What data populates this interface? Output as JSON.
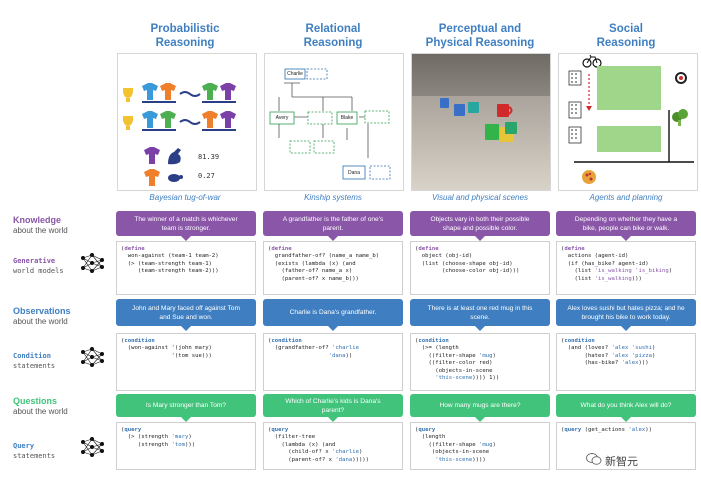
{
  "columns": [
    {
      "title1": "Probabilistic",
      "title2": "Reasoning",
      "caption": "Bayesian tug-of-war"
    },
    {
      "title1": "Relational",
      "title2": "Reasoning",
      "caption": "Kinship systems"
    },
    {
      "title1": "Perceptual and",
      "title2": "Physical Reasoning",
      "caption": "Visual and physical scenes"
    },
    {
      "title1": "Social",
      "title2": "Reasoning",
      "caption": "Agents and planning"
    }
  ],
  "tug": {
    "score1": "81.39",
    "score2": "0.27"
  },
  "kinship": {
    "names": [
      "Charlie",
      "Avery",
      "Blake",
      "Dana"
    ]
  },
  "rows": {
    "knowledge": {
      "title": "Knowledge",
      "sub": "about the world",
      "color": "#8a56a8"
    },
    "generative": {
      "title": "Generative",
      "sub": "world models",
      "color": "#8a56a8"
    },
    "observations": {
      "title": "Observations",
      "sub": "about the world",
      "color": "#3f7fc1"
    },
    "condition": {
      "title": "Condition",
      "sub": "statements",
      "color": "#3f7fc1"
    },
    "questions": {
      "title": "Questions",
      "sub": "about the world",
      "color": "#41c37b"
    },
    "query": {
      "title": "Query",
      "sub": "statements",
      "color": "#3f7fc1"
    }
  },
  "knowledge_bubbles": [
    "The winner of a match is whichever\nteam is stronger.",
    "A grandfather is the father of one's\nparent.",
    "Objects vary in both their possible\nshape and possible color.",
    "Depending on whether they have a\nbike, people can bike or walk."
  ],
  "observation_bubbles": [
    "John and Mary faced off against Tom\nand Sue and won.",
    "Charlie is Dana's grandfather.",
    "There is at least one red mug in this\nscene.",
    "Alex loves sushi but hates pizza; and he\nbrought his bike to work today."
  ],
  "question_bubbles": [
    "Is Mary stronger than Tom?",
    "Which of Charlie's kids is Dana's\nparent?",
    "How many mugs are there?",
    "What do you think Alex will do?"
  ],
  "define_code": [
    [
      "(define",
      "  won-against (team-1 team-2)",
      "  (> (team-strength team-1)",
      "     (team-strength team-2)))"
    ],
    [
      "(define",
      "  grandfather-of? (name_a name_b)",
      "  (exists (lambda (x) (and",
      "    (father-of? name_a x)",
      "    (parent-of? x name_b)))"
    ],
    [
      "(define",
      "  object (obj-id)",
      "  (list (choose-shape obj-id)",
      "        (choose-color obj-id)))"
    ],
    [
      "(define",
      "  actions (agent-id)",
      "  (if (has_bike? agent-id)",
      "    (list 'is_walking 'is_biking)",
      "    (list 'is_walking)))"
    ]
  ],
  "condition_code": [
    [
      "(condition",
      "  (won-against '(john mary)",
      "               '(tom sue)))"
    ],
    [
      "(condition",
      "  (grandfather-of? 'charlie",
      "                  'dana))"
    ],
    [
      "(condition",
      "  (>= (length",
      "    ((filter-shape 'mug)",
      "    ((filter-color red)",
      "      (objects-in-scene",
      "      'this-scene)))) 1))"
    ],
    [
      "(condition",
      "  (and (loves? 'alex 'sushi)",
      "       (hates? 'alex 'pizza)",
      "       (has-bike? 'alex)))"
    ]
  ],
  "query_code": [
    [
      "(query",
      "  (> (strength 'mary)",
      "     (strength 'tom)))"
    ],
    [
      "(query",
      "  (filter-tree",
      "    (lambda (x) (and",
      "      (child-of? x 'charlie)",
      "      (parent-of? x 'dana)))))"
    ],
    [
      "(query",
      "  (length",
      "    ((filter-shape 'mug)",
      "     (objects-in-scene",
      "      'this-scene))))"
    ],
    [
      "(query (get_actions 'alex))"
    ]
  ],
  "watermark": "新智元"
}
